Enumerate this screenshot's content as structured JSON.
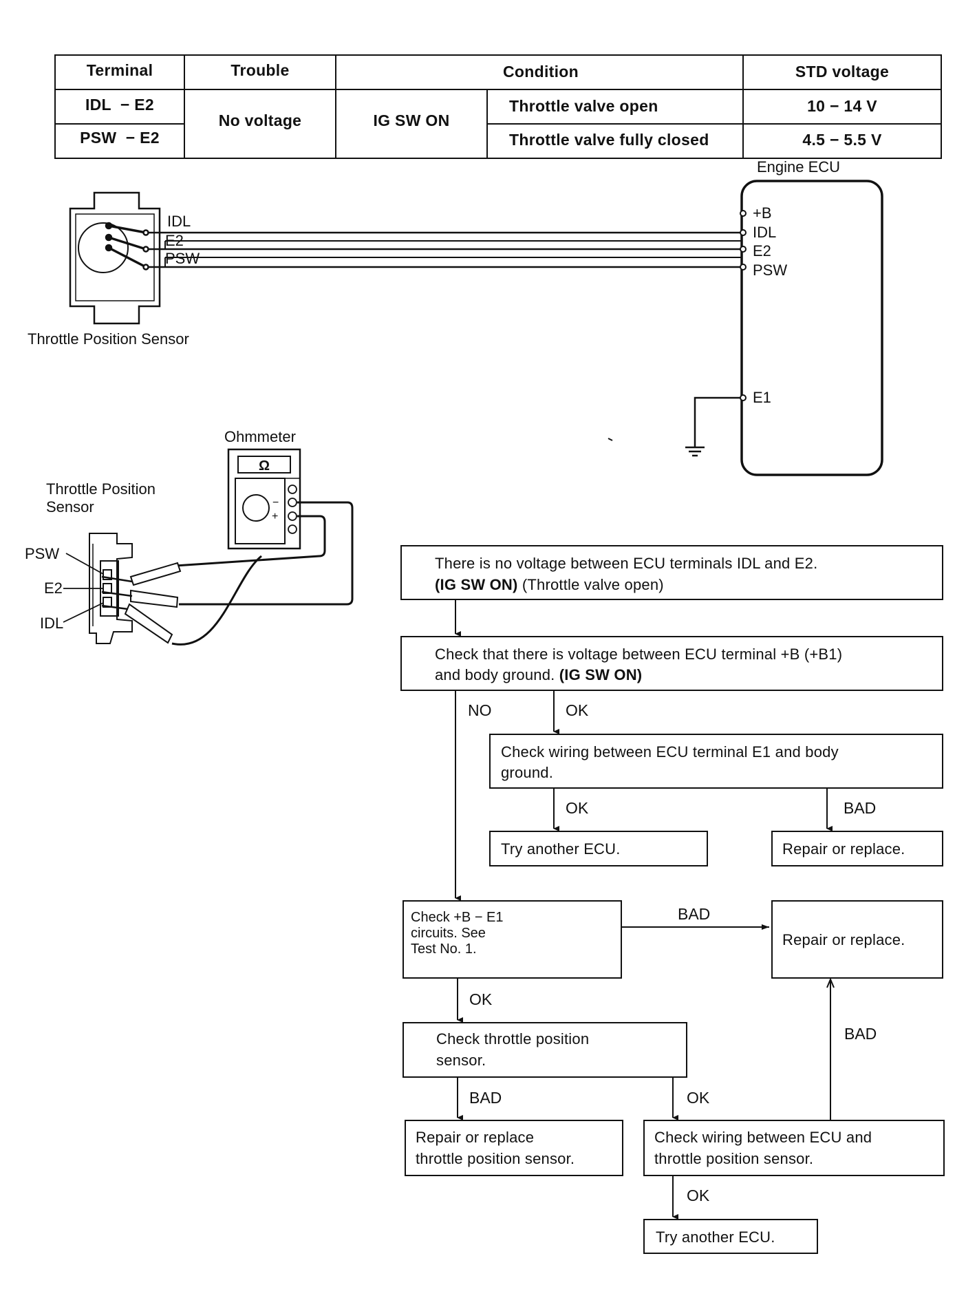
{
  "table": {
    "headers": [
      "Terminal",
      "Trouble",
      "Condition",
      "STD voltage"
    ],
    "terminal_rows": [
      "IDL  − E2",
      "PSW  − E2"
    ],
    "trouble": "No voltage",
    "condition_main": "IG SW ON",
    "conditions": [
      "Throttle valve open",
      "Throttle valve fully closed"
    ],
    "voltages": [
      "10 − 14 V",
      "4.5 − 5.5 V"
    ]
  },
  "wiring": {
    "ecu_title": "Engine ECU",
    "ecu_terminals": [
      "+B",
      "IDL",
      "E2",
      "PSW",
      "E1"
    ],
    "sensor_terminals": [
      "IDL",
      "E2",
      "PSW"
    ],
    "sensor_caption": "Throttle Position Sensor"
  },
  "ohmmeter": {
    "title": "Ohmmeter",
    "display": "Ω",
    "minus": "−",
    "plus": "+",
    "sensor_caption": [
      "Throttle Position",
      "Sensor"
    ],
    "pins": [
      "PSW",
      "E2",
      "IDL"
    ]
  },
  "flowchart": {
    "b1_line1": "There is no voltage between ECU terminals IDL and E2.",
    "b1_line2_bold": "(IG SW ON)",
    "b1_line2_rest": " (Throttle valve open)",
    "b2_line1": "Check that there is voltage between ECU terminal +B (+B1)",
    "b2_line2": "and body ground. ",
    "b2_line2_bold": "(IG SW ON)",
    "b3_line1": "Check wiring between ECU terminal E1 and body",
    "b3_line2": "ground.",
    "b4": "Try another ECU.",
    "b5": "Repair or replace.",
    "b6_lines": [
      "Check +B − E1",
      "circuits. See",
      "Test No. 1."
    ],
    "b7": "Repair or replace.",
    "b8_lines": [
      "Check throttle position",
      "sensor."
    ],
    "b9_lines": [
      "Repair or replace",
      "throttle position sensor."
    ],
    "b10_lines": [
      "Check wiring between ECU and",
      "throttle position sensor."
    ],
    "b11": "Try another ECU.",
    "labels": {
      "no": "NO",
      "ok": "OK",
      "bad": "BAD"
    }
  }
}
